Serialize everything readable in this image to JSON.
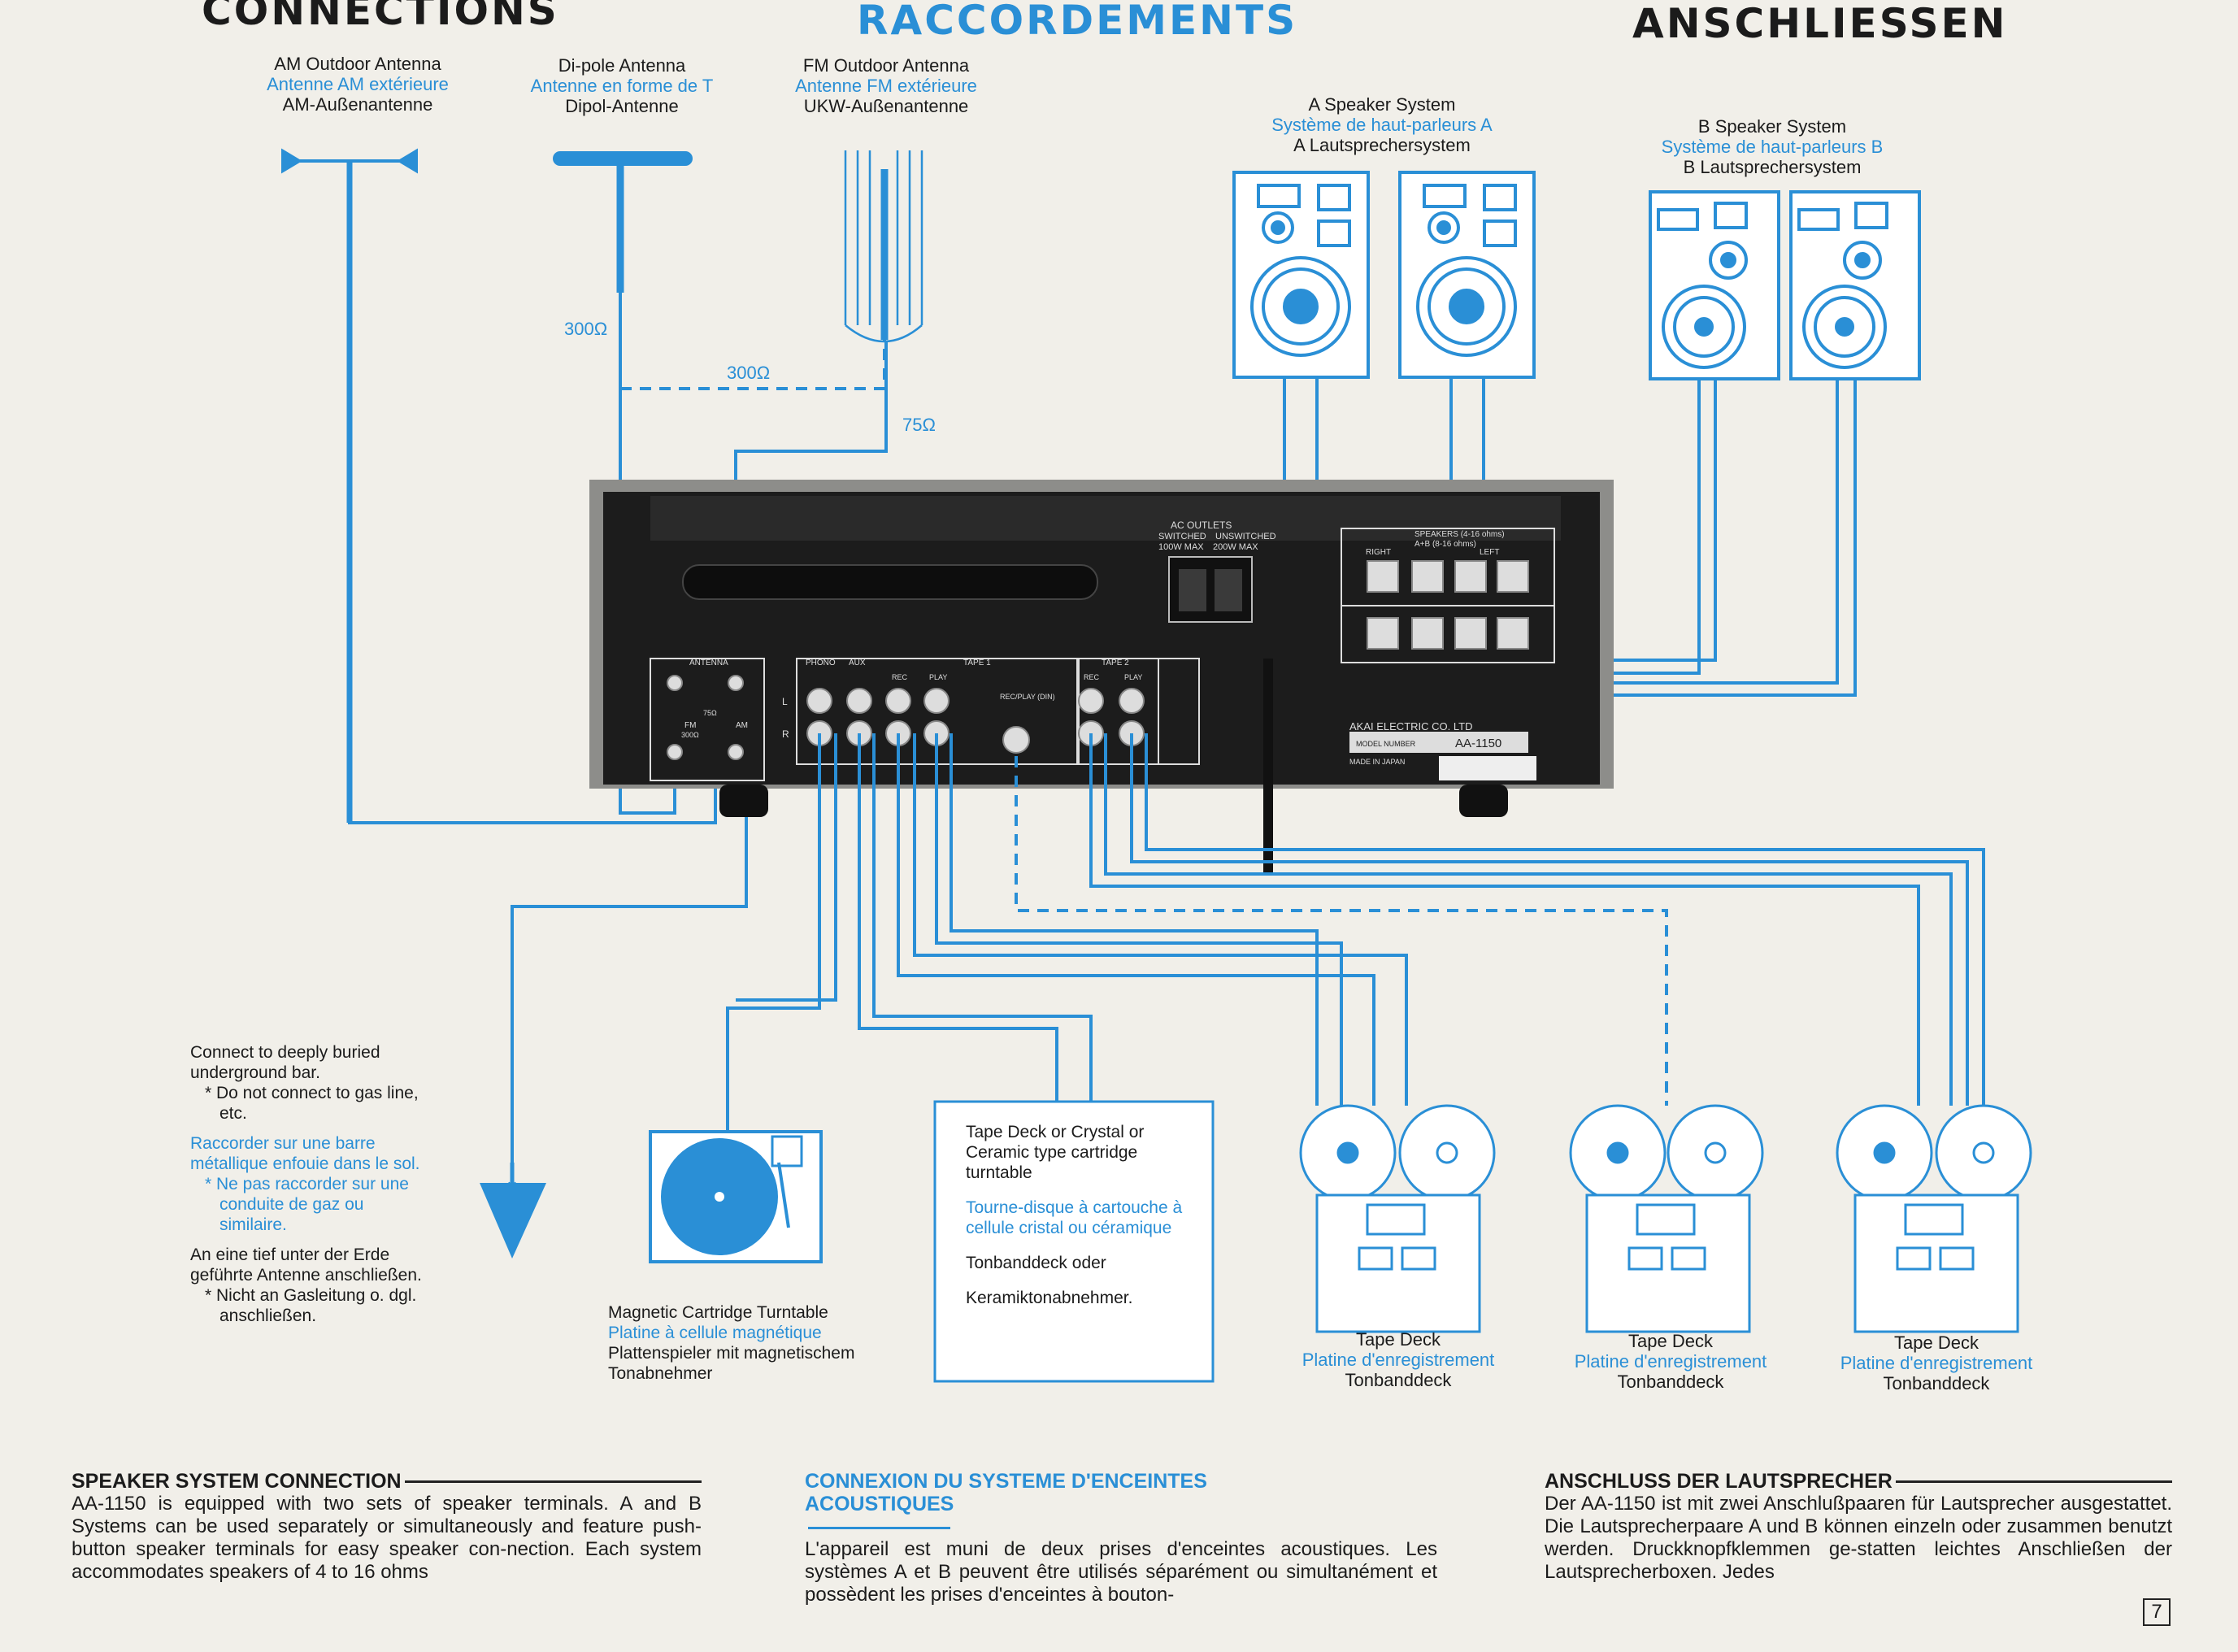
{
  "headings": {
    "en": "CONNECTIONS",
    "fr": "RACCORDEMENTS",
    "de": "ANSCHLIESSEN"
  },
  "antennas": {
    "am": {
      "en": "AM Outdoor Antenna",
      "fr": "Antenne AM extérieure",
      "de": "AM-Außenantenne"
    },
    "dipole": {
      "en": "Di-pole Antenna",
      "fr": "Antenne en forme de T",
      "de": "Dipol-Antenne"
    },
    "fm": {
      "en": "FM Outdoor Antenna",
      "fr": "Antenne FM extérieure",
      "de": "UKW-Außenantenne"
    }
  },
  "impedance": {
    "dipole_lead": "300Ω",
    "fm_lead": "300Ω",
    "fm_coax": "75Ω"
  },
  "speakers": {
    "a": {
      "en": "A Speaker System",
      "fr": "Système de haut-parleurs A",
      "de": "A Lautsprechersystem"
    },
    "b": {
      "en": "B Speaker System",
      "fr": "Système de haut-parleurs B",
      "de": "B Lautsprechersystem"
    }
  },
  "amplifier": {
    "ac_outlets": "AC OUTLETS",
    "switched": "SWITCHED",
    "unswitched": "UNSWITCHED",
    "switched_max": "100W MAX",
    "unswitched_max": "200W MAX",
    "speakers_label": "SPEAKERS (4-16 ohms)",
    "speakers_ab": "A+B (8-16 ohms)",
    "right": "RIGHT",
    "left": "LEFT",
    "antenna": "ANTENNA",
    "phono": "PHONO",
    "aux": "AUX",
    "tape1": "TAPE 1",
    "tape2": "TAPE 2",
    "rec": "REC",
    "play": "PLAY",
    "rec_play_din": "REC/PLAY (DIN)",
    "l": "L",
    "r": "R",
    "fm": "FM",
    "fm_ohms": "300Ω",
    "am": "AM",
    "ohm75": "75Ω",
    "maker": "AKAI ELECTRIC CO. LTD",
    "model_number_label": "MODEL NUMBER",
    "model_number": "AA-1150",
    "made_in": "MADE IN JAPAN"
  },
  "ground_note": {
    "en_1": "Connect to deeply buried underground bar.",
    "en_2": "* Do not connect to gas line, etc.",
    "fr_1": "Raccorder sur une barre métallique enfouie dans le sol.",
    "fr_2": "* Ne pas raccorder sur une conduite de gaz ou similaire.",
    "de_1": "An eine tief unter der Erde geführte Antenne anschließen.",
    "de_2": "* Nicht an Gasleitung o. dgl. anschließen."
  },
  "turntable": {
    "en": "Magnetic Cartridge Turntable",
    "fr": "Platine à cellule magnétique",
    "de": "Plattenspieler mit magnetischem Tonabnehmer"
  },
  "crystal_box": {
    "en": "Tape Deck or Crystal or Ceramic type cartridge turntable",
    "fr": "Tourne-disque à cartouche à cellule cristal ou céramique",
    "de_1": "Tonbanddeck oder",
    "de_2": "Keramiktonabnehmer."
  },
  "tape_deck": {
    "en": "Tape Deck",
    "fr": "Platine d'enregistrement",
    "de": "Tonbanddeck"
  },
  "sections": {
    "en": {
      "title": "SPEAKER SYSTEM CONNECTION",
      "body": "AA-1150 is equipped with two sets of speaker terminals. A and B Systems can be used separately or simultaneously and feature push-button speaker terminals for easy speaker con-nection. Each system accommodates speakers of 4 to 16 ohms"
    },
    "fr": {
      "title": "CONNEXION DU SYSTEME D'ENCEINTES ACOUSTIQUES",
      "body": "L'appareil est muni de deux prises d'enceintes acoustiques. Les systèmes A et B peuvent être utilisés séparément ou simultanément et possèdent les prises d'enceintes à bouton-"
    },
    "de": {
      "title": "ANSCHLUSS DER LAUTSPRECHER",
      "body": "Der AA-1150 ist mit zwei Anschlußpaaren für Lautsprecher ausgestattet. Die Lautsprecherpaare A und B können einzeln oder zusammen benutzt werden. Druckknopfklemmen ge-statten leichtes Anschließen der Lautsprecherboxen. Jedes"
    }
  },
  "page_number": "7",
  "colors": {
    "accent": "#2a8fd6",
    "text": "#1b1b1b",
    "paper": "#f1efe9",
    "panel": "#1c1c1c"
  }
}
